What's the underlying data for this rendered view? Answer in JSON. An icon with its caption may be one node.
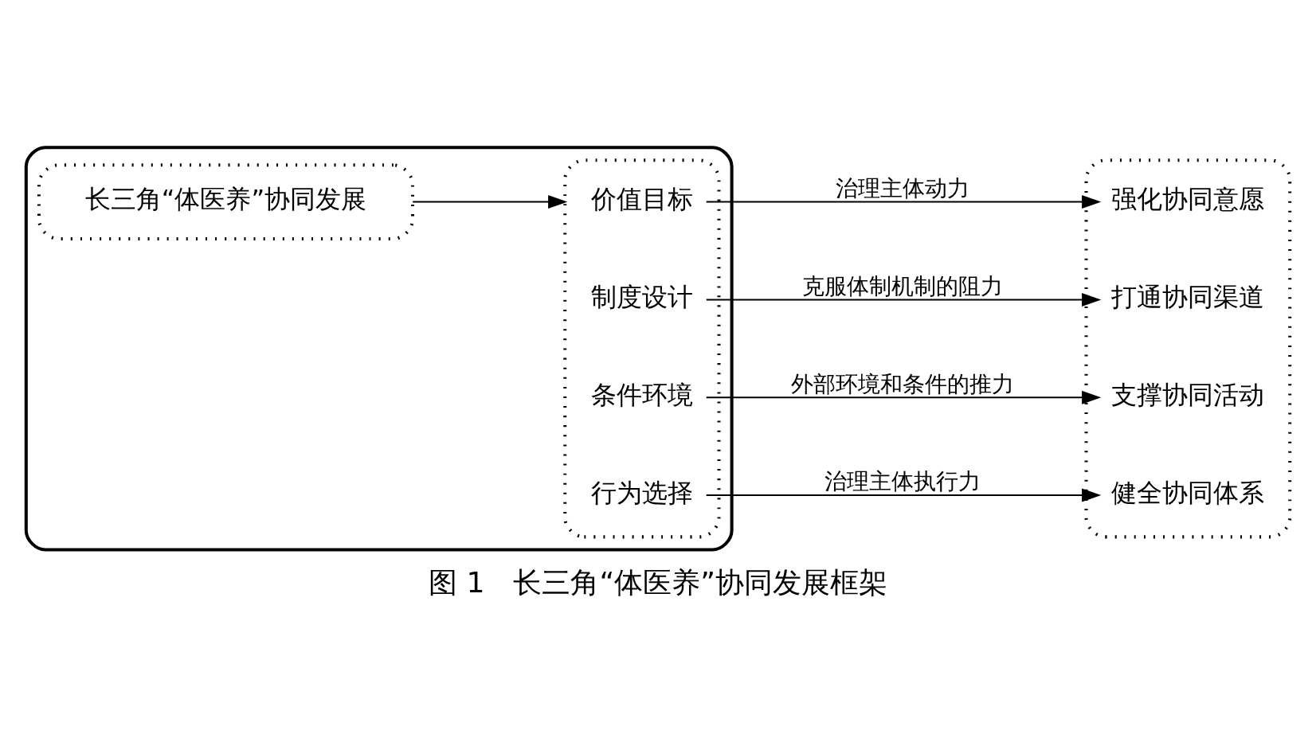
{
  "diagram": {
    "caption": "图 1　长三角“体医养”协同发展框架",
    "nodes": [
      {
        "text": [],
        "shape": "box"
      },
      {
        "text": [
          "长三角“体医养”协同发展"
        ],
        "in": 0
      },
      {
        "text": [],
        "shape": "box",
        "in": 0
      },
      {
        "text": [
          "价值目标"
        ],
        "in": 2
      },
      {
        "text": [
          "制度设计"
        ],
        "in": 2
      },
      {
        "text": [
          "条件环境"
        ],
        "in": 2
      },
      {
        "text": [
          "行为选择"
        ],
        "in": 2
      },
      {
        "text": [],
        "shape": "box"
      },
      {
        "text": [
          "强化协同意愿"
        ],
        "in": 7
      },
      {
        "text": [
          "打通协同渠道"
        ],
        "in": 7
      },
      {
        "text": [
          "支撑协同活动"
        ],
        "in": 7
      },
      {
        "text": [
          "健全协同体系"
        ],
        "in": 7
      }
    ],
    "edges": [
      {
        "from": 1,
        "to": 2,
        "arrow": "to"
      },
      {
        "from": 3,
        "to": 8,
        "arrow": "to",
        "label": "治理主体动力"
      },
      {
        "from": 4,
        "to": 9,
        "arrow": "to",
        "label": "克服体制机制的阻力"
      },
      {
        "from": 5,
        "to": 10,
        "arrow": "to",
        "label": "外部环境和条件的推力"
      },
      {
        "from": 6,
        "to": 11,
        "arrow": "to",
        "label": "治理主体执行力"
      }
    ]
  }
}
